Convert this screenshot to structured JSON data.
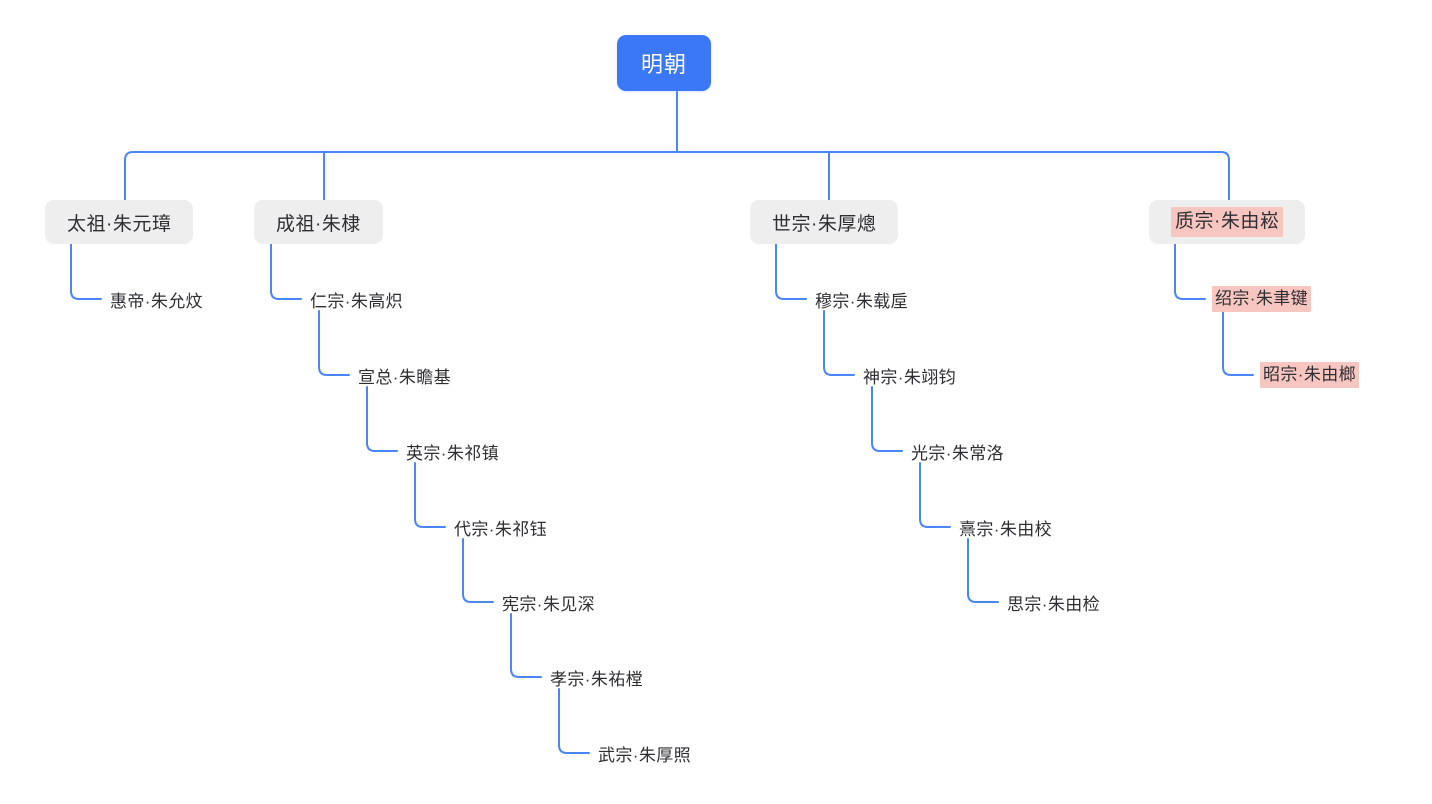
{
  "diagram": {
    "title": "明朝",
    "type": "tree",
    "orientation": "top-down-then-cascade",
    "colors": {
      "root_fill": "#3b78f7",
      "root_text": "#ffffff",
      "level1_fill": "#eeeeee",
      "node_text": "#2f2f33",
      "connector": "#4a86f7",
      "highlight_fill": "#f8c6c0",
      "background": "#ffffff"
    }
  },
  "root": {
    "label": "明朝",
    "highlighted": false
  },
  "branches": [
    {
      "id": "taizu",
      "root_label": "太祖·朱元璋",
      "highlighted": false,
      "chain": [
        {
          "label": "惠帝·朱允炆",
          "highlighted": false
        }
      ]
    },
    {
      "id": "chengzu",
      "root_label": "成祖·朱棣",
      "highlighted": false,
      "chain": [
        {
          "label": "仁宗·朱高炽",
          "highlighted": false
        },
        {
          "label": "宣总·朱瞻基",
          "highlighted": false
        },
        {
          "label": "英宗·朱祁镇",
          "highlighted": false
        },
        {
          "label": "代宗·朱祁钰",
          "highlighted": false
        },
        {
          "label": "宪宗·朱见深",
          "highlighted": false
        },
        {
          "label": "孝宗·朱祐樘",
          "highlighted": false
        },
        {
          "label": "武宗·朱厚照",
          "highlighted": false
        }
      ]
    },
    {
      "id": "shizong",
      "root_label": "世宗·朱厚熜",
      "highlighted": false,
      "chain": [
        {
          "label": "穆宗·朱载垕",
          "highlighted": false
        },
        {
          "label": "神宗·朱翊钧",
          "highlighted": false
        },
        {
          "label": "光宗·朱常洛",
          "highlighted": false
        },
        {
          "label": "熹宗·朱由校",
          "highlighted": false
        },
        {
          "label": "思宗·朱由检",
          "highlighted": false
        }
      ]
    },
    {
      "id": "zhizong",
      "root_label": "质宗·朱由崧",
      "highlighted": true,
      "chain": [
        {
          "label": "绍宗·朱聿键",
          "highlighted": true
        },
        {
          "label": "昭宗·朱由榔",
          "highlighted": true
        }
      ]
    }
  ]
}
